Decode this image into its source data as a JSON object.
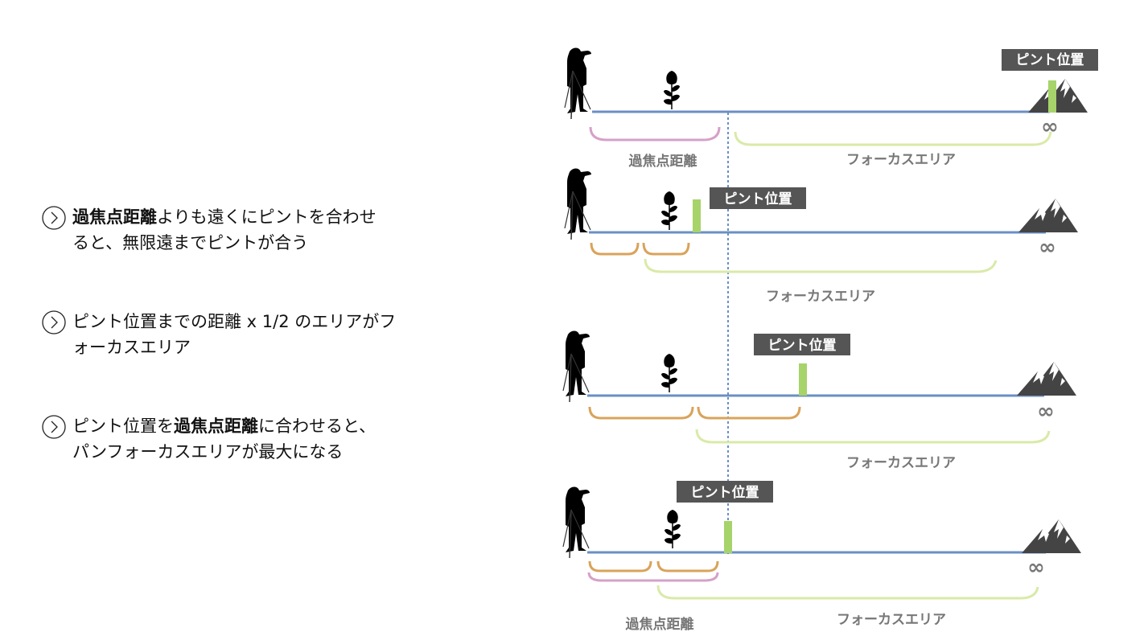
{
  "bullets": [
    {
      "segments": [
        {
          "text": "過焦点距離",
          "bold": true
        },
        {
          "text": "よりも遠くにピントを合わせ\nると、無限遠までピントが合う",
          "bold": false
        }
      ]
    },
    {
      "segments": [
        {
          "text": "ピント位置までの距離 x 1/2 のエリアがフ\nォーカスエリア",
          "bold": false
        }
      ]
    },
    {
      "segments": [
        {
          "text": "ピント位置を",
          "bold": false
        },
        {
          "text": "過焦点距離",
          "bold": true
        },
        {
          "text": "に合わせると、\nパンフォーカスエリアが最大になる",
          "bold": false
        }
      ]
    }
  ],
  "labels": {
    "focus_position": "ピント位置",
    "hyperfocal": "過焦点距離",
    "focus_area": "フォーカスエリア",
    "infinity": "∞"
  },
  "colors": {
    "axis": "#6a8fc4",
    "focus_marker": "#a6d36a",
    "label_bg": "#555555",
    "hyperfocal_bracket": "#d6a0c8",
    "half_bracket": "#d9a35a",
    "focus_area_bracket": "#d9eaa8",
    "grey_text": "#777777",
    "mountain": "#444444"
  },
  "scenarios": [
    {
      "id": 1,
      "focus": "infinity",
      "brackets": [
        "hyperfocal",
        "focus_area"
      ]
    },
    {
      "id": 2,
      "focus": "near",
      "brackets": [
        "half",
        "half",
        "focus_area"
      ]
    },
    {
      "id": 3,
      "focus": "beyond_hyperfocal",
      "brackets": [
        "half",
        "half",
        "focus_area"
      ]
    },
    {
      "id": 4,
      "focus": "hyperfocal",
      "brackets": [
        "half",
        "half",
        "hyperfocal",
        "focus_area"
      ]
    }
  ]
}
